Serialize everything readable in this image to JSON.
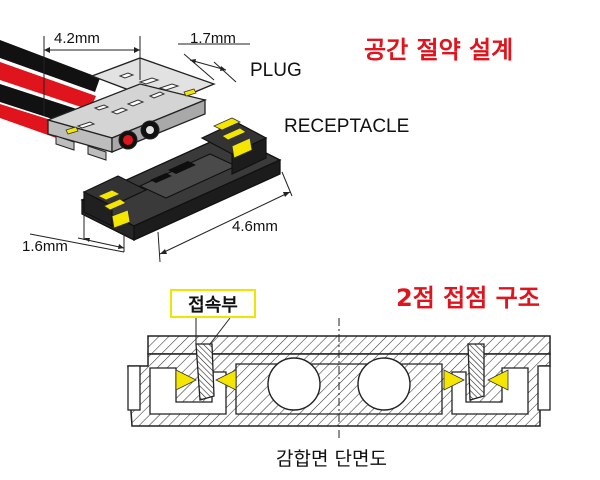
{
  "colors": {
    "heading": "#e0141c",
    "contact_box": "#f0e400",
    "contact_marker": "#f5e600",
    "housing": "#2a2a2a",
    "plug_body": "#d6d6d6",
    "wire_red": "#e0141c",
    "wire_black": "#111111"
  },
  "top": {
    "heading": "공간 절약 설계",
    "plug_label": "PLUG",
    "receptacle_label": "RECEPTACLE",
    "dims": {
      "plug_width": "4.2mm",
      "plug_depth": "1.7mm",
      "receptacle_depth": "1.6mm",
      "receptacle_width": "4.6mm"
    }
  },
  "bottom": {
    "heading": "2점 접점 구조",
    "contact_label": "접속부",
    "caption": "감합면 단면도"
  }
}
